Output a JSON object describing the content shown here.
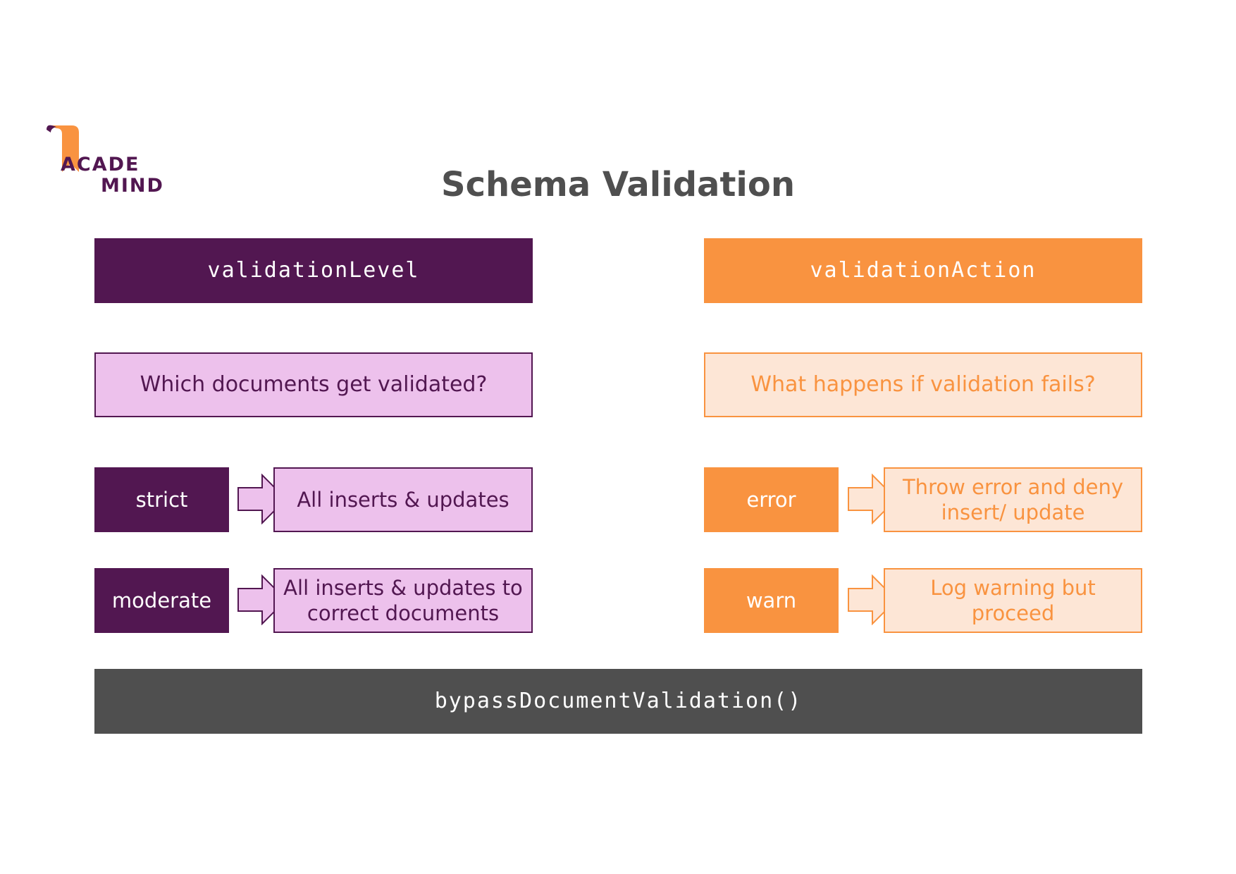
{
  "logo": {
    "line1": "ACADE",
    "line2": "MIND"
  },
  "title": "Schema Validation",
  "validation_level": {
    "header": "validationLevel",
    "question": "Which documents get validated?",
    "options": [
      {
        "key": "strict",
        "description": "All inserts & updates"
      },
      {
        "key": "moderate",
        "description": "All inserts & updates to correct documents"
      }
    ]
  },
  "validation_action": {
    "header": "validationAction",
    "question": "What happens if validation fails?",
    "options": [
      {
        "key": "error",
        "description": "Throw error and deny insert/ update"
      },
      {
        "key": "warn",
        "description": "Log warning but proceed"
      }
    ]
  },
  "footer": {
    "label": "bypassDocumentValidation()"
  },
  "colors": {
    "purple": "#521751",
    "purple_light": "#edc1ec",
    "orange": "#f99340",
    "orange_light": "#fde6d6",
    "gray": "#4f4f4f"
  }
}
